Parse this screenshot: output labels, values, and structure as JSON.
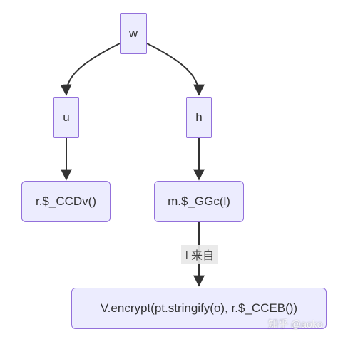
{
  "diagram": {
    "nodes": {
      "w": "w",
      "u": "u",
      "h": "h",
      "ccdv": "r.$_CCDv()",
      "ggc": "m.$_GGc(l)",
      "encrypt": "V.encrypt(pt.stringify(o), r.$_CCEB())"
    },
    "edge_label": "l 来自"
  },
  "watermark": "知乎 @aoko",
  "colors": {
    "node_fill": "#ececfe",
    "node_border": "#9370db",
    "edge": "#333333",
    "label_bg": "#e8e8e8"
  }
}
